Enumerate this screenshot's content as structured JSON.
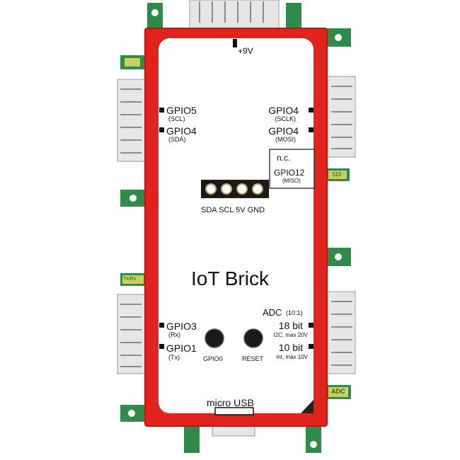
{
  "board": {
    "title": "IoT Brick",
    "power_label": "+9V",
    "usb_label": "micro USB",
    "header_label": "SDA SCL 5V GND",
    "tab_labels": {
      "top_left": "",
      "mid_left": "Tx/Rx",
      "right_upper": "SDI",
      "right_lower": "ADC"
    }
  },
  "left_pins": [
    {
      "name": "GPIO5",
      "sub": "(SCL)"
    },
    {
      "name": "GPIO4",
      "sub": "(SDA)"
    },
    {
      "name": "GPIO3",
      "sub": "(Rx)"
    },
    {
      "name": "GPIO1",
      "sub": "(Tx)"
    }
  ],
  "right_pins": [
    {
      "name": "GPIO4",
      "sub": "(SCLK)"
    },
    {
      "name": "GPIO4",
      "sub": "(MOSI)"
    }
  ],
  "box": {
    "nc": "n.c.",
    "name": "GPIO12",
    "sub": "(MISO)"
  },
  "adc": {
    "title": "ADC",
    "ratio": "(10:1)",
    "row1_main": "18 bit",
    "row1_sub": "I2C, max 20V",
    "row2_main": "10 bit",
    "row2_sub": "int, max 10V"
  },
  "buttons": {
    "gpio0": "GPIO0",
    "reset": "RESET"
  },
  "colors": {
    "frame": "#e0231d",
    "frame_dark": "#b81812",
    "tab": "#2e8b4a",
    "tab_label": "#c8d060",
    "connector": "#d8d8d8"
  }
}
